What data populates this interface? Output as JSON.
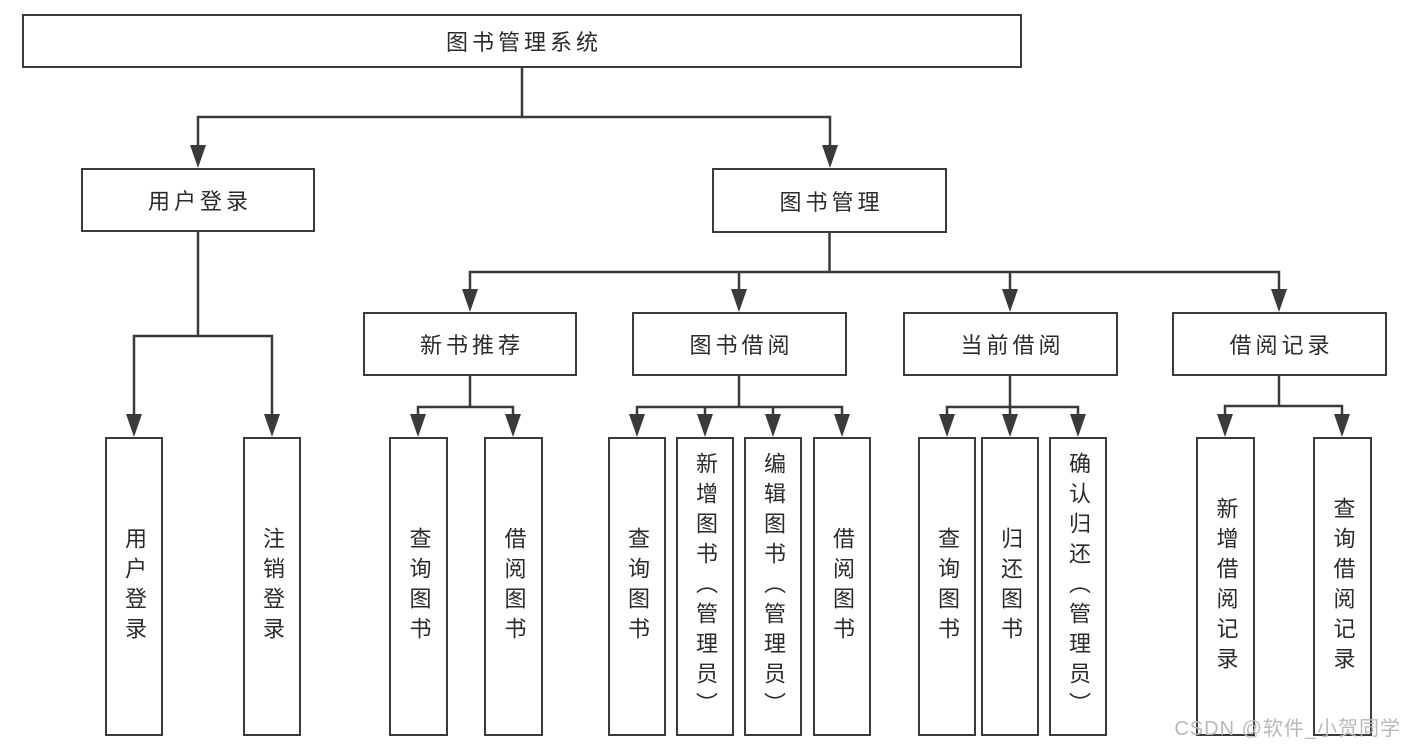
{
  "diagram": {
    "colors": {
      "line": "#3a3a3a",
      "node_border": "#3a3a3a",
      "node_text": "#2b2b2b",
      "background": "#ffffff",
      "watermark": "#b9b9b9"
    },
    "watermark": {
      "text": "CSDN @软件_小贺同学"
    },
    "nodes": {
      "root": {
        "label": "图书管理系统",
        "children": [
          "user_login",
          "book_management"
        ]
      },
      "user_login": {
        "label": "用户登录",
        "children": [
          "login",
          "logout"
        ]
      },
      "book_management": {
        "label": "图书管理",
        "children": [
          "new_book_recommend",
          "book_borrow",
          "current_borrow",
          "borrow_records"
        ]
      },
      "new_book_recommend": {
        "label": "新书推荐",
        "children": [
          "query_books_1",
          "borrow_books_1"
        ]
      },
      "book_borrow": {
        "label": "图书借阅",
        "children": [
          "query_books_2",
          "add_book_admin",
          "edit_book_admin",
          "borrow_books_2"
        ]
      },
      "current_borrow": {
        "label": "当前借阅",
        "children": [
          "query_books_3",
          "return_book",
          "confirm_return_admin"
        ]
      },
      "borrow_records": {
        "label": "借阅记录",
        "children": [
          "add_borrow_record",
          "query_borrow_record"
        ]
      },
      "login": {
        "label": "用户登录"
      },
      "logout": {
        "label": "注销登录"
      },
      "query_books_1": {
        "label": "查询图书"
      },
      "borrow_books_1": {
        "label": "借阅图书"
      },
      "query_books_2": {
        "label": "查询图书"
      },
      "add_book_admin": {
        "label": "新增图书（管理员）"
      },
      "edit_book_admin": {
        "label": "编辑图书（管理员）"
      },
      "borrow_books_2": {
        "label": "借阅图书"
      },
      "query_books_3": {
        "label": "查询图书"
      },
      "return_book": {
        "label": "归还图书"
      },
      "confirm_return_admin": {
        "label": "确认归还（管理员）"
      },
      "add_borrow_record": {
        "label": "新增借阅记录"
      },
      "query_borrow_record": {
        "label": "查询借阅记录"
      }
    }
  }
}
